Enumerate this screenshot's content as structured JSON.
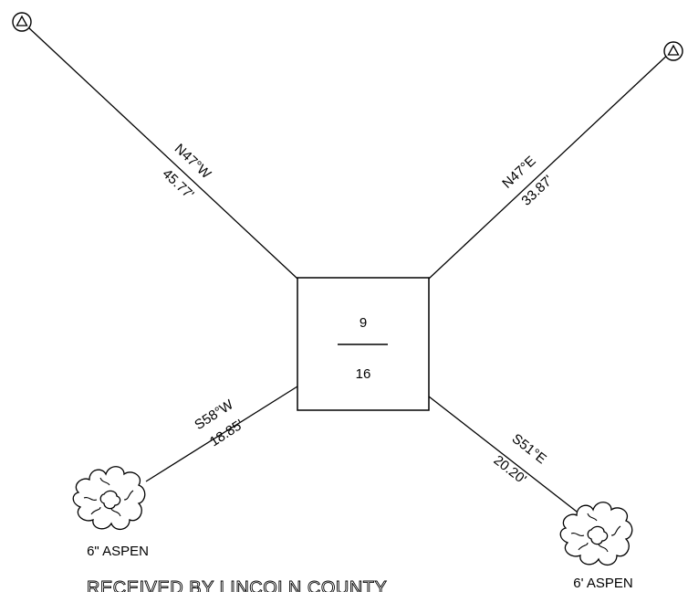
{
  "corner": {
    "top": "9",
    "bottom": "16"
  },
  "bearings": [
    {
      "id": "nw",
      "direction": "N47°W",
      "distance": "45.77'"
    },
    {
      "id": "ne",
      "direction": "N47°E",
      "distance": "33.87'"
    },
    {
      "id": "sw",
      "direction": "S58°W",
      "distance": "18.85'"
    },
    {
      "id": "se",
      "direction": "S51°E",
      "distance": "20.20'"
    }
  ],
  "accessories": {
    "sw_tree": "6\" ASPEN",
    "se_tree": "6' ASPEN",
    "nw_marker_icon": "triangle-in-circle-icon",
    "ne_marker_icon": "triangle-in-circle-icon",
    "tree_icon": "tree-symbol-icon"
  },
  "stamp": "RECEIVED BY LINCOLN COUNTY"
}
